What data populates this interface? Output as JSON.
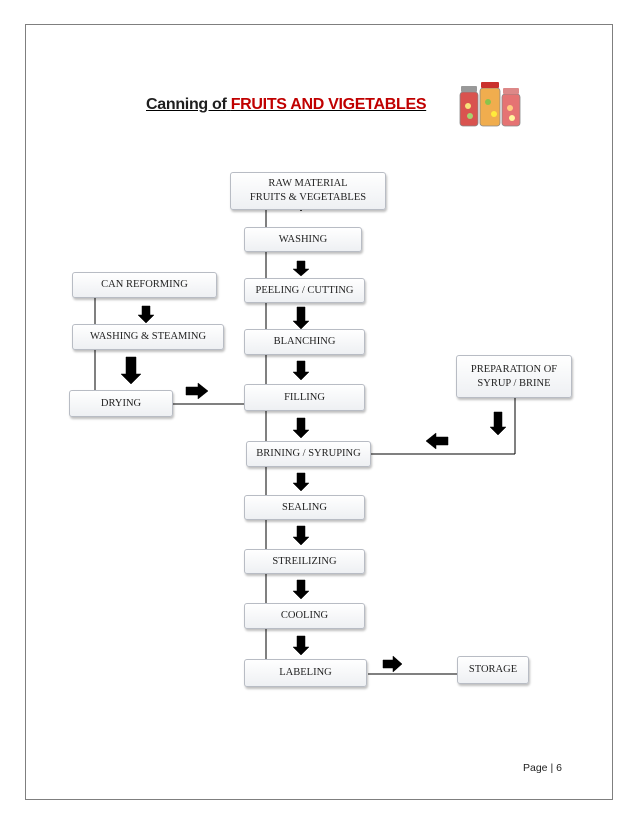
{
  "title": {
    "prefix": "Canning of",
    "highlight": "FRUITS AND VIGETABLES"
  },
  "colors": {
    "title_highlight": "#c00000",
    "arrow": "#000000",
    "box_border": "#b8bcc4"
  },
  "steps": {
    "raw_material": "RAW MATERIAL\nFRUITS & VEGETABLES",
    "washing": "WASHING",
    "peeling": "PEELING / CUTTING",
    "blanching": "BLANCHING",
    "filling": "FILLING",
    "brining": "BRINING / SYRUPING",
    "sealing": "SEALING",
    "sterilizing": "STREILIZING",
    "cooling": "COOLING",
    "labeling": "LABELING"
  },
  "side_steps": {
    "can_reforming": "CAN REFORMING",
    "washing_steaming": "WASHING & STEAMING",
    "drying": "DRYING",
    "syrup_prep": "PREPARATION OF\nSYRUP / BRINE",
    "storage": "STORAGE"
  },
  "footer": {
    "page_label": "Page | 6"
  }
}
